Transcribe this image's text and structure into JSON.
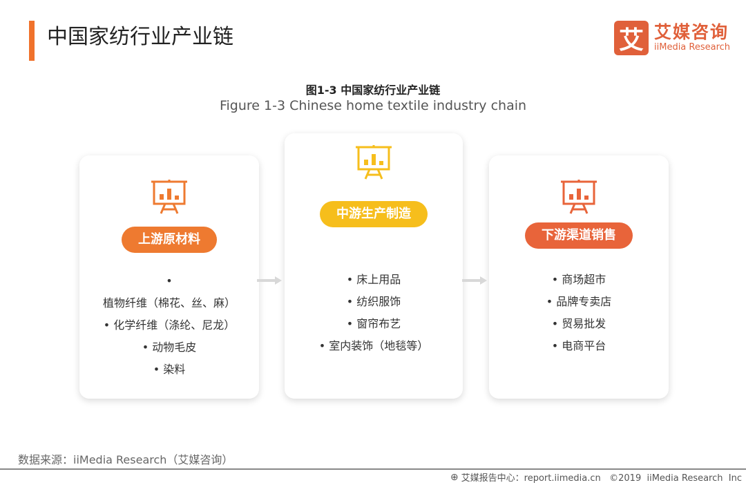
{
  "header": {
    "title": "中国家纺行业产业链"
  },
  "logo": {
    "mark": "艾",
    "cn": "艾媒咨询",
    "en": "iiMedia Research"
  },
  "figure": {
    "title_cn": "图1-3 中国家纺行业产业链",
    "title_en": "Figure 1-3 Chinese home textile industry chain"
  },
  "stages": [
    {
      "label": "上游原材料",
      "color": "#ee7a30",
      "icon": "presentation-chart-icon",
      "items": [
        "植物纤维（棉花、丝、麻）",
        "化学纤维（涤纶、尼龙）",
        "动物毛皮",
        "染料"
      ]
    },
    {
      "label": "中游生产制造",
      "color": "#f6be1c",
      "icon": "presentation-chart-icon",
      "items": [
        "床上用品",
        "纺织服饰",
        "窗帘布艺",
        "室内装饰（地毯等）"
      ]
    },
    {
      "label": "下游渠道销售",
      "color": "#e8643a",
      "icon": "presentation-chart-icon",
      "items": [
        "商场超市",
        "品牌专卖店",
        "贸易批发",
        "电商平台"
      ]
    }
  ],
  "source": "数据来源：iiMedia Research（艾媒咨询）",
  "footer": "艾媒报告中心：report.iimedia.cn   ©2019  iiMedia Research  Inc"
}
